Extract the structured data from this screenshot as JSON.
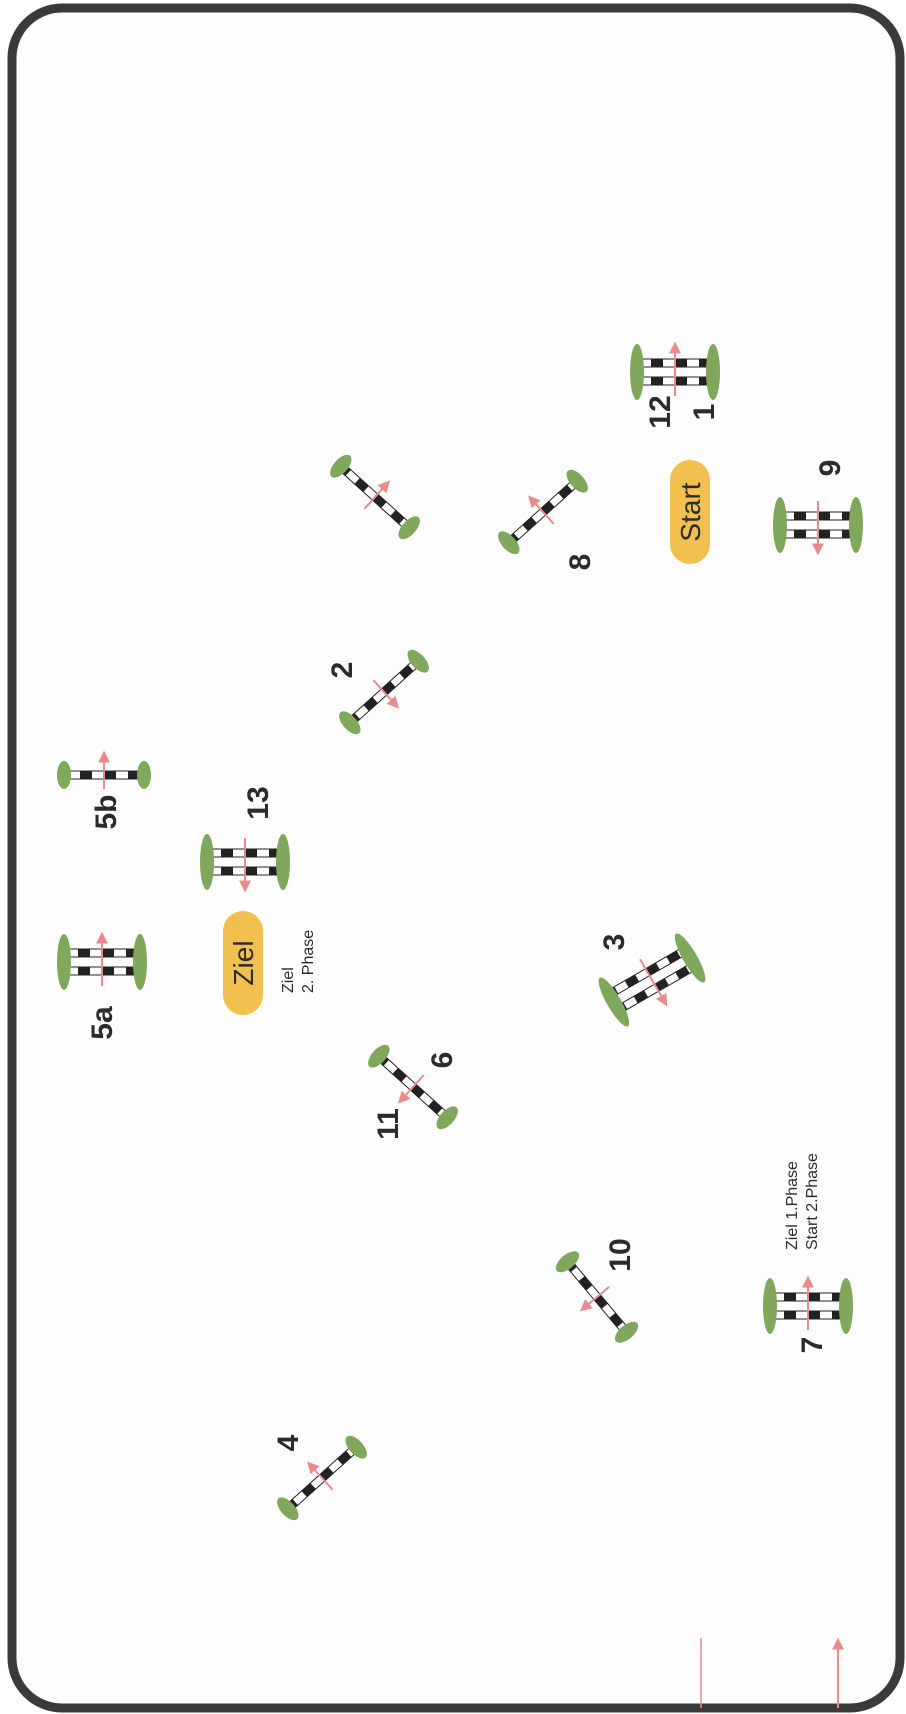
{
  "course": {
    "start_label": "Start",
    "finish_label": "Ziel",
    "finish_phase2_note": [
      "Ziel",
      "2. Phase"
    ],
    "phase_note": [
      "Ziel  1.Phase",
      "Start 2.Phase"
    ],
    "jump_numbers": {
      "j12_1": [
        "12",
        "1"
      ],
      "j9": "9",
      "j8": "8",
      "j2": "2",
      "j13": "13",
      "j5b": "5b",
      "j5a": "5a",
      "j3": "3",
      "j11_6": [
        "11",
        "6"
      ],
      "j10": "10",
      "j7": "7",
      "j4": "4"
    },
    "colors": {
      "border": "#3a3a3a",
      "pole_dark": "#222222",
      "pole_light": "#ffffff",
      "wing_green": "#7fa85c",
      "arrow_pink": "#e98a8e",
      "pill_yellow": "#f2c04e",
      "text": "#2b2b2b"
    }
  }
}
